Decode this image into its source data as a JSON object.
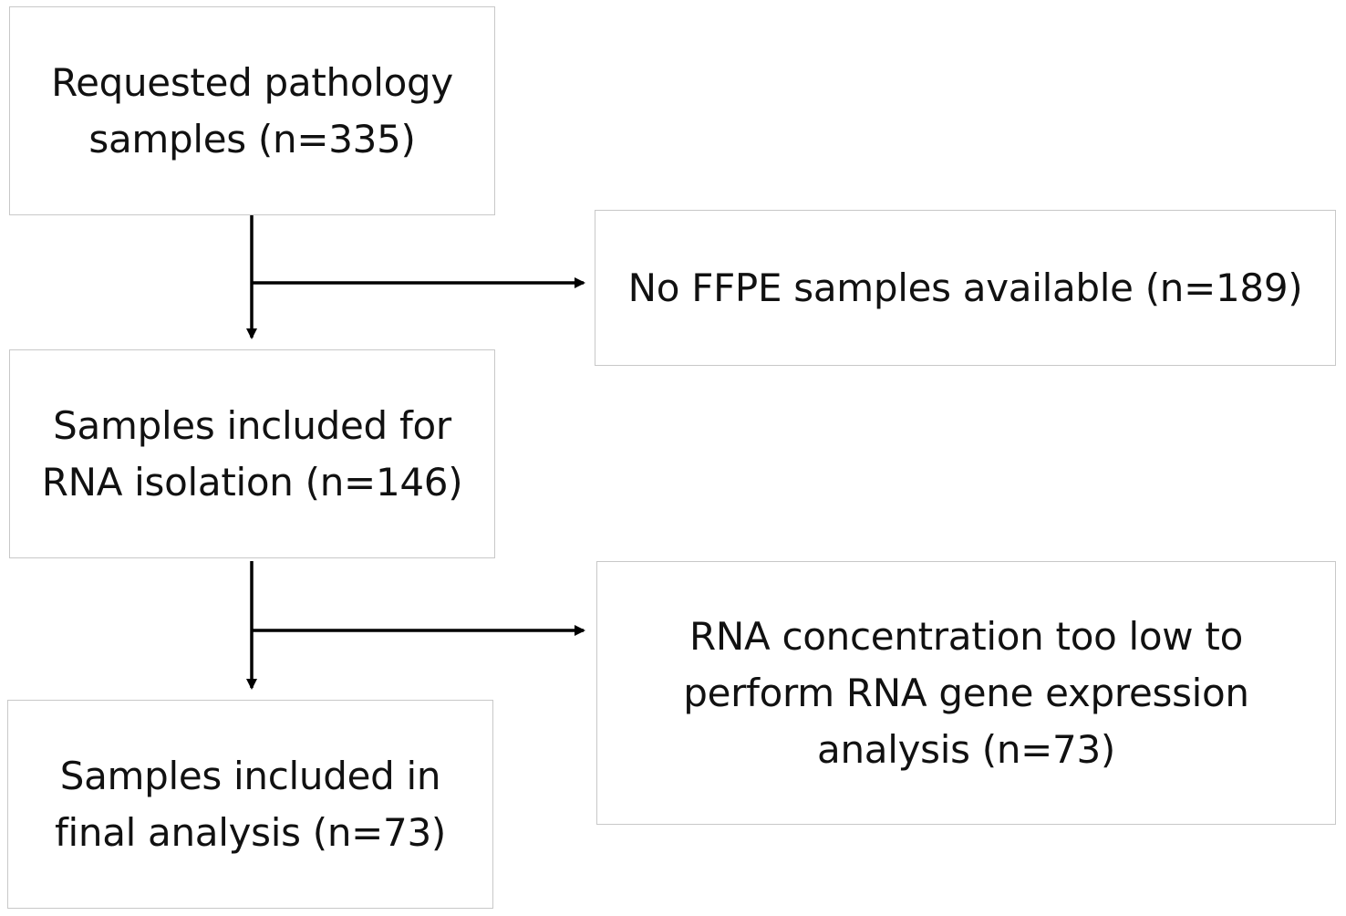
{
  "diagram": {
    "nodes": [
      {
        "id": "requested",
        "lines": [
          "Requested pathology",
          "samples (n=335)"
        ]
      },
      {
        "id": "no_ffpe",
        "lines": [
          "No FFPE samples available (n=189)"
        ]
      },
      {
        "id": "rna_isolation",
        "lines": [
          "Samples included for",
          "RNA isolation (n=146)"
        ]
      },
      {
        "id": "rna_low",
        "lines": [
          "RNA concentration too low to",
          "perform RNA gene expression",
          "analysis (n=73)"
        ]
      },
      {
        "id": "final",
        "lines": [
          "Samples included in",
          "final analysis (n=73)"
        ]
      }
    ],
    "edges": [
      {
        "from": "requested",
        "to": "rna_isolation"
      },
      {
        "from": "requested",
        "to": "no_ffpe"
      },
      {
        "from": "rna_isolation",
        "to": "final"
      },
      {
        "from": "rna_isolation",
        "to": "rna_low"
      }
    ]
  }
}
